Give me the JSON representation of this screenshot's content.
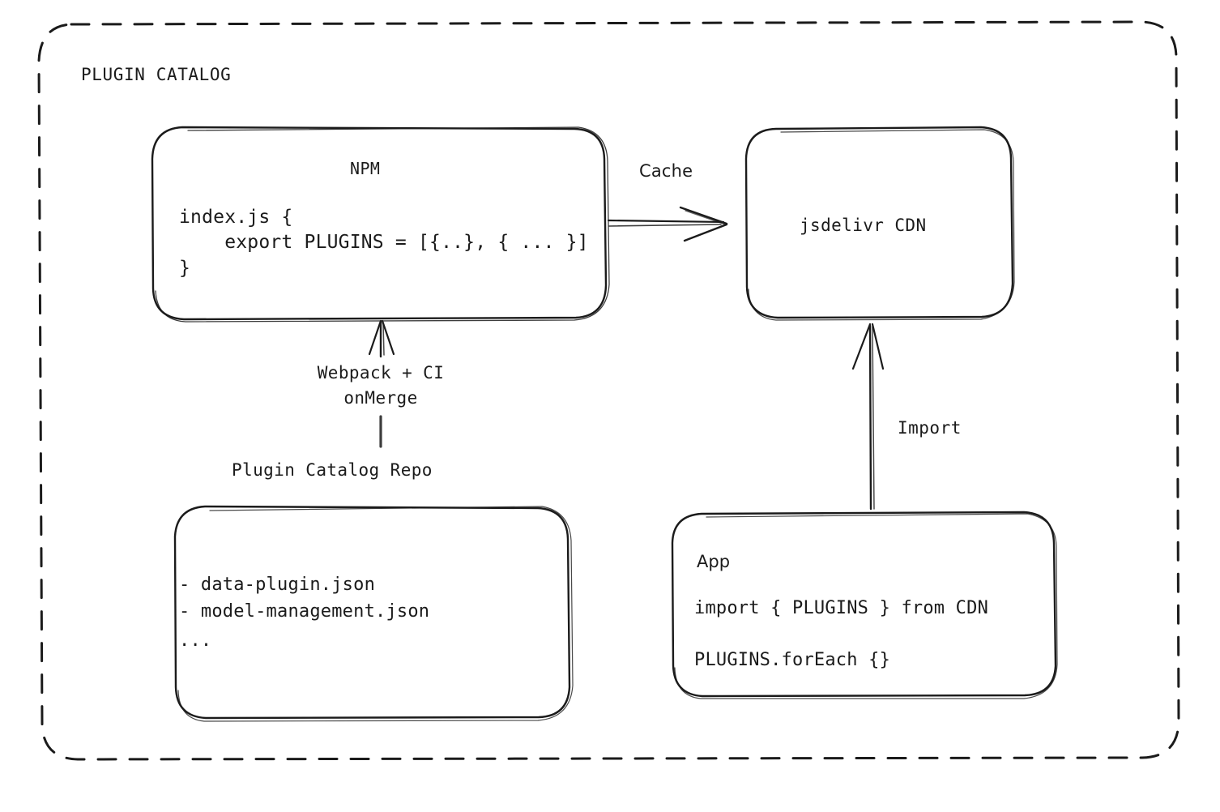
{
  "diagram": {
    "title": "PLUGIN CATALOG",
    "colors": {
      "stroke": "#1b1b1b",
      "background": "#ffffff",
      "text": "#1b1b1b"
    },
    "nodes": {
      "npm": {
        "title": "NPM",
        "code": [
          "index.js {",
          "    export PLUGINS = [{..}, { ... }]",
          "}"
        ]
      },
      "cdn": {
        "title": "jsdelivr CDN"
      },
      "repo": {
        "title": "Plugin Catalog Repo",
        "files": [
          "- data-plugin.json",
          "- model-management.json",
          "..."
        ]
      },
      "app": {
        "title": "App",
        "code": [
          "import { PLUGINS } from CDN",
          "PLUGINS.forEach {}"
        ]
      }
    },
    "edges": {
      "cache": {
        "label": "Cache"
      },
      "import": {
        "label": "Import"
      },
      "build": {
        "labels": [
          "Webpack + CI",
          "onMerge"
        ]
      }
    }
  }
}
